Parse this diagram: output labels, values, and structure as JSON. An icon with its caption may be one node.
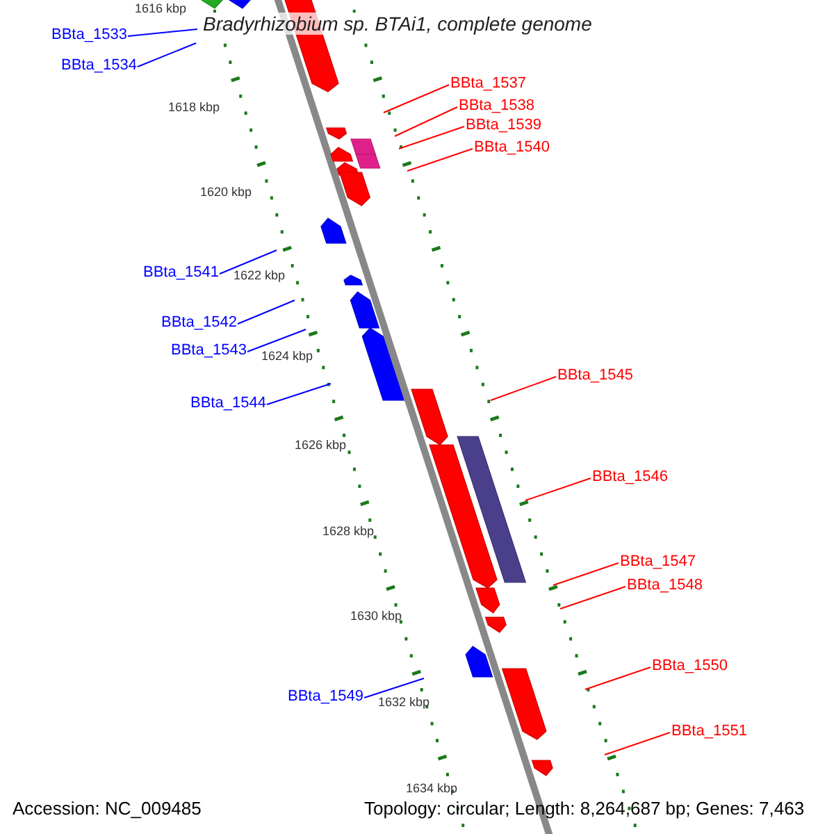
{
  "diagram": {
    "title": "Bradyrhizobium sp. BTAi1, complete genome",
    "nodes": [
      {
        "text": [
          "BBta_1533"
        ]
      },
      {
        "text": [
          "BBta_1534"
        ]
      },
      {
        "text": [
          "BBta_1537"
        ]
      },
      {
        "text": [
          "BBta_1538"
        ]
      },
      {
        "text": [
          "BBta_1539"
        ]
      },
      {
        "text": [
          "BBta_1540"
        ]
      },
      {
        "text": [
          "BBta_1541"
        ]
      },
      {
        "text": [
          "BBta_1542"
        ]
      },
      {
        "text": [
          "BBta_1543"
        ]
      },
      {
        "text": [
          "BBta_1545"
        ]
      },
      {
        "text": [
          "BBta_1544"
        ]
      },
      {
        "text": [
          "BBta_1546"
        ]
      },
      {
        "text": [
          "BBta_1547"
        ]
      },
      {
        "text": [
          "BBta_1548"
        ]
      },
      {
        "text": [
          "BBta_1550"
        ]
      },
      {
        "text": [
          "BBta_1549"
        ]
      },
      {
        "text": [
          "BBta_1551"
        ]
      }
    ],
    "edges": [
      {
        "from": 0,
        "to": null,
        "arrow": "none",
        "color": "#0000ff"
      },
      {
        "from": 1,
        "to": null,
        "arrow": "none",
        "color": "#0000ff"
      },
      {
        "from": 2,
        "to": null,
        "arrow": "none"
      },
      {
        "from": 3,
        "to": null,
        "arrow": "none"
      },
      {
        "from": 4,
        "to": null,
        "arrow": "none"
      },
      {
        "from": 5,
        "to": null,
        "arrow": "none"
      },
      {
        "from": 6,
        "to": null,
        "arrow": "none",
        "color": "#0000ff"
      },
      {
        "from": 7,
        "to": null,
        "arrow": "none",
        "color": "#0000ff"
      },
      {
        "from": 8,
        "to": null,
        "arrow": "none",
        "color": "#0000ff"
      },
      {
        "from": 9,
        "to": null,
        "arrow": "none"
      },
      {
        "from": 10,
        "to": null,
        "arrow": "none",
        "color": "#0000ff"
      },
      {
        "from": 11,
        "to": null,
        "arrow": "none"
      },
      {
        "from": 12,
        "to": null,
        "arrow": "none"
      },
      {
        "from": 13,
        "to": null,
        "arrow": "none"
      },
      {
        "from": 14,
        "to": null,
        "arrow": "none"
      },
      {
        "from": 15,
        "to": null,
        "arrow": "none",
        "color": "#0000ff"
      },
      {
        "from": 16,
        "to": null,
        "arrow": "none"
      }
    ],
    "labels": [
      "1616 kbp",
      "1618 kbp",
      "1620 kbp",
      "1622 kbp",
      "1624 kbp",
      "1626 kbp",
      "1628 kbp",
      "1630 kbp",
      "1632 kbp",
      "1634 kbp",
      "Accession: NC_009485",
      "Topology: circular; Length: 8,264,687 bp; Genes: 7,463"
    ]
  }
}
